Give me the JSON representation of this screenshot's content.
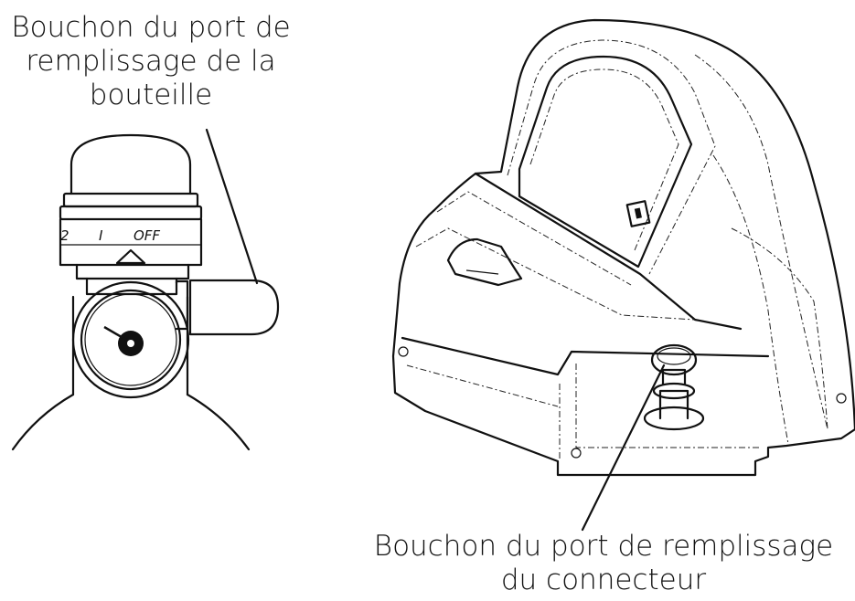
{
  "callouts": {
    "cylinder_fill_port_cap": [
      "Bouchon du port de",
      "remplissage de la",
      "bouteille"
    ],
    "connector_fill_port_cap": [
      "Bouchon du port de remplissage",
      "du connecteur"
    ]
  },
  "cylinder": {
    "dial_settings": [
      "2",
      "I",
      "OFF"
    ]
  }
}
